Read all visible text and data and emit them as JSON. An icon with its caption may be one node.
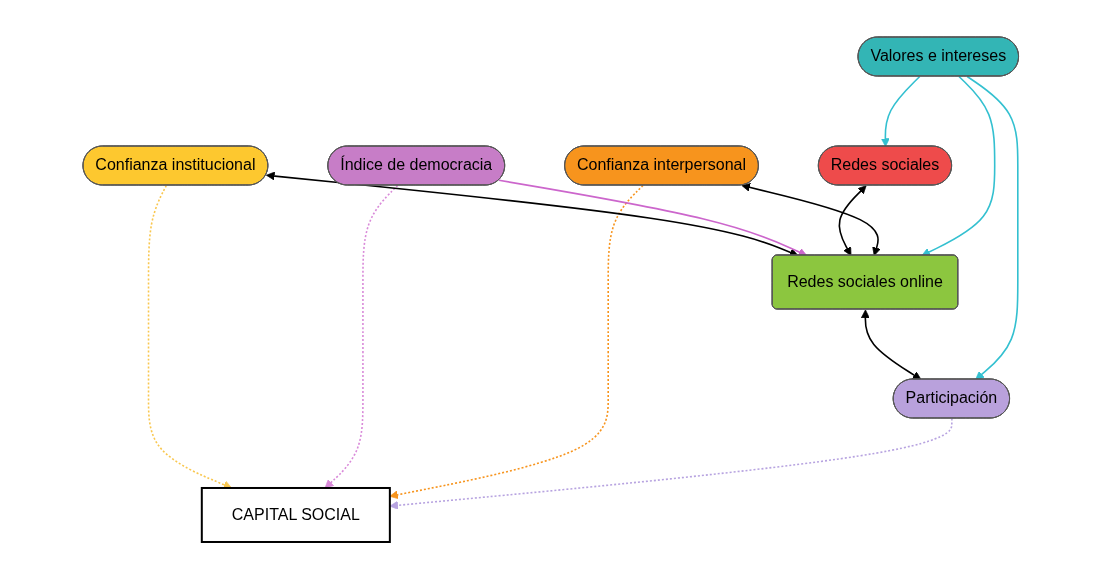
{
  "diagram": {
    "nodes": [
      {
        "text": [
          "Confianza institucional"
        ]
      },
      {
        "text": [
          "CAPITAL SOCIAL"
        ]
      },
      {
        "text": [
          "Confianza interpersonal"
        ]
      },
      {
        "text": [
          "Índice de democracia"
        ]
      },
      {
        "text": [
          "Redes sociales online"
        ]
      },
      {
        "text": [
          "Participación"
        ]
      },
      {
        "text": [
          "Redes sociales"
        ]
      },
      {
        "text": [
          "Valores e intereses"
        ]
      }
    ],
    "edges": [
      {
        "from": 0,
        "to": 1,
        "arrow": "to",
        "style": "dashed",
        "color": "#f9c74f"
      },
      {
        "from": 3,
        "to": 1,
        "arrow": "to",
        "style": "dashed",
        "color": "#d98ad9"
      },
      {
        "from": 2,
        "to": 1,
        "arrow": "to",
        "style": "dashed",
        "color": "#f7941d"
      },
      {
        "from": 5,
        "to": 1,
        "arrow": "to",
        "style": "dashed",
        "color": "#b7a3e0"
      },
      {
        "from": 0,
        "to": 4,
        "arrow": "both"
      },
      {
        "from": 3,
        "to": 4,
        "arrow": "to",
        "color": "#cc66cc"
      },
      {
        "from": 6,
        "to": 4,
        "arrow": "both"
      },
      {
        "from": 2,
        "to": 4,
        "arrow": "both"
      },
      {
        "from": 4,
        "to": 5,
        "arrow": "both"
      },
      {
        "from": 7,
        "to": 4,
        "arrow": "to",
        "color": "#33c0d0"
      },
      {
        "from": 7,
        "to": 5,
        "arrow": "to",
        "color": "#33c0d0"
      },
      {
        "from": 7,
        "to": 6,
        "arrow": "to",
        "color": "#33c0d0"
      }
    ]
  }
}
